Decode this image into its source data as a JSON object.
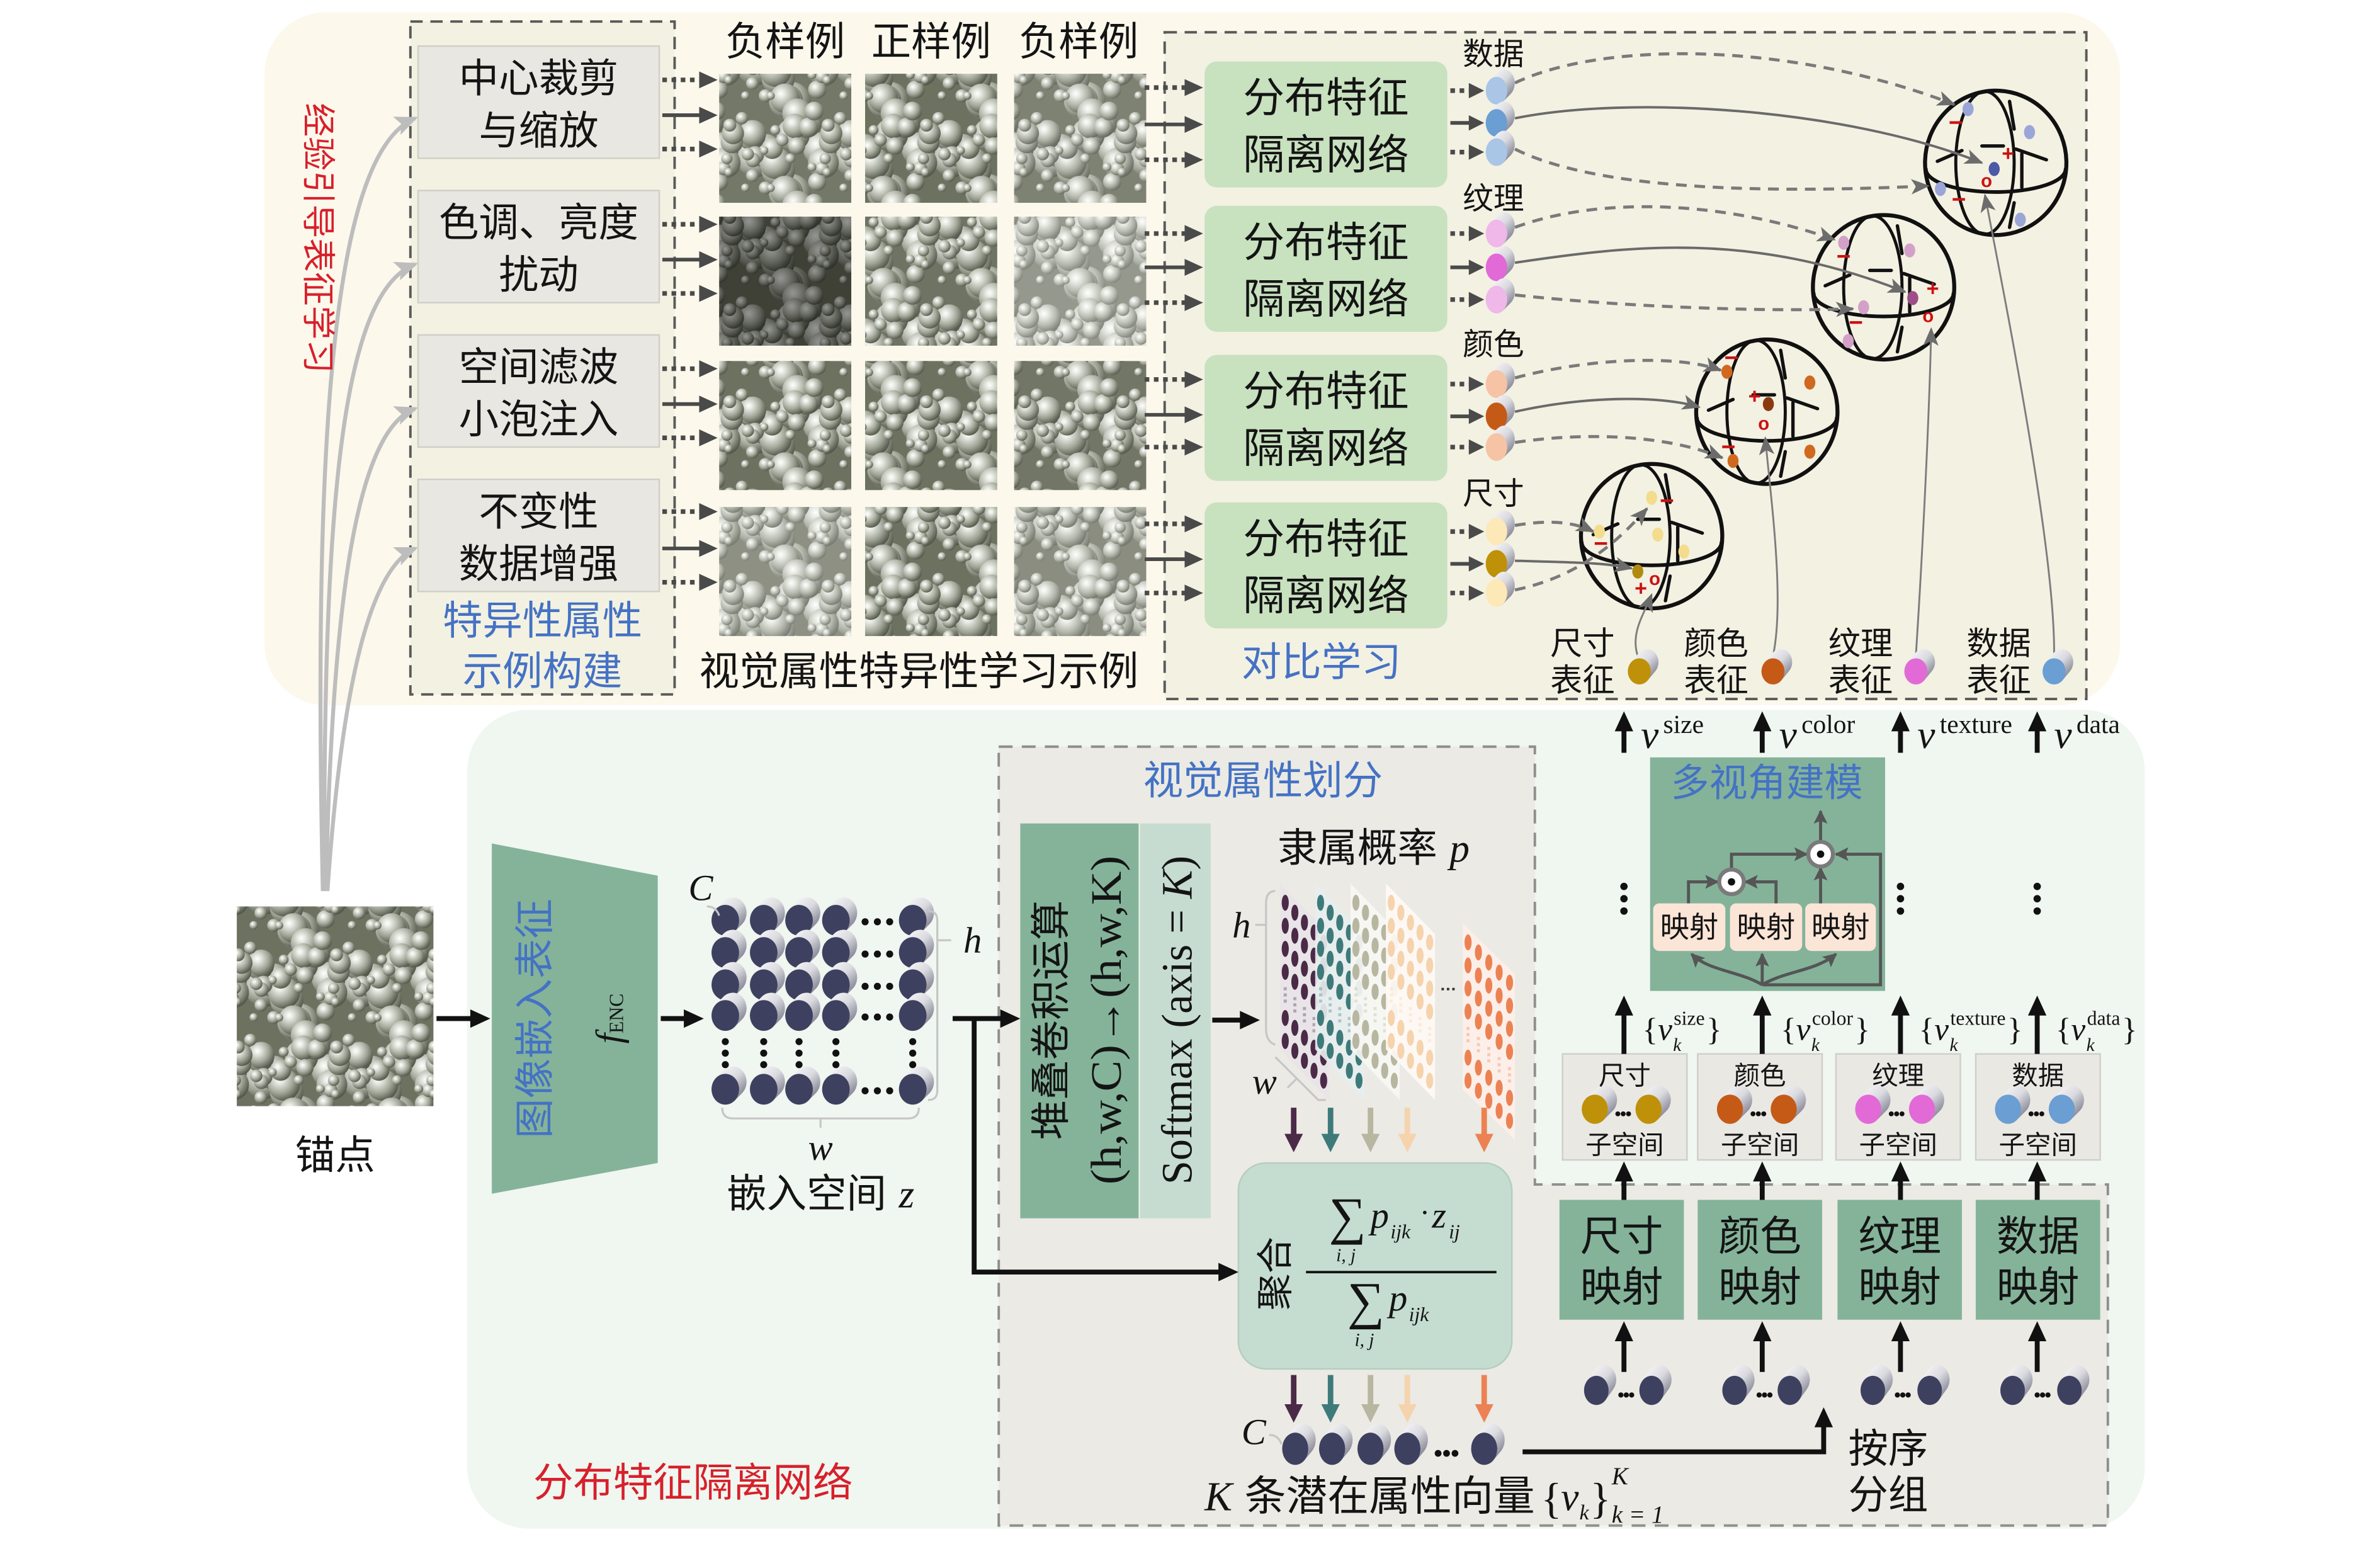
{
  "top_panel": {
    "side_title": "经验引导表征学习",
    "augmentation": {
      "title": [
        "特异性属性",
        "示例构建"
      ],
      "methods": [
        [
          "中心裁剪",
          "与缩放"
        ],
        [
          "色调、亮度",
          "扰动"
        ],
        [
          "空间滤波",
          "小泡注入"
        ],
        [
          "不变性",
          "数据增强"
        ]
      ]
    },
    "examples": {
      "headers": [
        "负样例",
        "正样例",
        "负样例"
      ],
      "caption": "视觉属性特异性学习示例"
    },
    "contrastive": {
      "title": "对比学习",
      "networks": [
        [
          "分布特征",
          "隔离网络"
        ],
        [
          "分布特征",
          "隔离网络"
        ],
        [
          "分布特征",
          "隔离网络"
        ],
        [
          "分布特征",
          "隔离网络"
        ]
      ],
      "attributes": [
        {
          "label": "数据",
          "light": "#aac6e6",
          "dark": "#6b9ed2",
          "point": "#9aa6d8",
          "positive": "#4b5aa6"
        },
        {
          "label": "纹理",
          "light": "#f0b7e9",
          "dark": "#e26ad6",
          "point": "#d3a1c8",
          "positive": "#9e4d88"
        },
        {
          "label": "颜色",
          "light": "#f6c3a4",
          "dark": "#c55a17",
          "point": "#d0691f",
          "positive": "#8b3a10"
        },
        {
          "label": "尺寸",
          "light": "#fde8b8",
          "dark": "#bf9109",
          "point": "#f3dc8c",
          "positive": "#b18b10"
        }
      ],
      "markers": {
        "positive": "+",
        "negative": "−",
        "anchor": "o"
      }
    },
    "representations": [
      {
        "lines": [
          "尺寸",
          "表征"
        ],
        "color": "#bf9109"
      },
      {
        "lines": [
          "颜色",
          "表征"
        ],
        "color": "#c55a17"
      },
      {
        "lines": [
          "纹理",
          "表征"
        ],
        "color": "#e26ad6"
      },
      {
        "lines": [
          "数据",
          "表征"
        ],
        "color": "#6b9ed2"
      }
    ]
  },
  "bottom_panel": {
    "title": "分布特征隔离网络",
    "anchor": {
      "label": "锚点"
    },
    "encoder": {
      "label": "图像嵌入表征",
      "symbol": "f",
      "subscript": "ENC"
    },
    "embedding": {
      "channel": "C",
      "height": "h",
      "width": "w",
      "label": "嵌入空间",
      "symbol": "z",
      "vector_color": "#3e405f"
    },
    "partition": {
      "title": "视觉属性划分",
      "conv": {
        "label": "堆叠卷积运算",
        "shape": "(h,w,C)→(h,w,K)"
      },
      "softmax": {
        "prefix": "Softmax (axis = ",
        "axis": "K",
        "suffix": ")"
      },
      "membership": {
        "label": "隶属概率",
        "symbol": "p",
        "height": "h",
        "width": "w",
        "layer_colors": [
          "#4a2a47",
          "#3f7a7b",
          "#b7b6a0",
          "#f5d3ad",
          "#ec8253"
        ]
      },
      "aggregate": {
        "label": "聚合",
        "sum_symbol": "∑",
        "sum_index": "i, j",
        "numerator": {
          "p": "p",
          "p_sub": "ijk",
          "dot": "·",
          "z": "z",
          "z_sub": "ij"
        },
        "denominator": {
          "p": "p",
          "p_sub": "ijk"
        }
      },
      "latent": {
        "channel": "C",
        "count": "K",
        "caption": "条潜在属性向量",
        "set_open": "{",
        "vector": "v",
        "vector_sub": "k",
        "set_close": "}",
        "upper": "K",
        "lower": "k = 1"
      },
      "grouping": [
        "按序",
        "分组"
      ],
      "mappings": [
        [
          "尺寸",
          "映射"
        ],
        [
          "颜色",
          "映射"
        ],
        [
          "纹理",
          "映射"
        ],
        [
          "数据",
          "映射"
        ]
      ]
    },
    "subspaces": [
      {
        "label": "尺寸",
        "caption": "子空间",
        "color": "#bf9109"
      },
      {
        "label": "颜色",
        "caption": "子空间",
        "color": "#c55a17"
      },
      {
        "label": "纹理",
        "caption": "子空间",
        "color": "#e26ad6"
      },
      {
        "label": "数据",
        "caption": "子空间",
        "color": "#6b9ed2"
      }
    ],
    "subspace_sets": [
      {
        "open": "{",
        "symbol": "v",
        "sub": "k",
        "sup": "size",
        "close": "}"
      },
      {
        "open": "{",
        "symbol": "v",
        "sub": "k",
        "sup": "color",
        "close": "}"
      },
      {
        "open": "{",
        "symbol": "v",
        "sub": "k",
        "sup": "texture",
        "close": "}"
      },
      {
        "open": "{",
        "symbol": "v",
        "sub": "k",
        "sup": "data",
        "close": "}"
      }
    ],
    "multiview": {
      "title": "多视角建模",
      "maps": [
        "映射",
        "映射",
        "映射"
      ]
    },
    "outputs": [
      {
        "symbol": "v",
        "sup": "size"
      },
      {
        "symbol": "v",
        "sup": "color"
      },
      {
        "symbol": "v",
        "sup": "texture"
      },
      {
        "symbol": "v",
        "sup": "data"
      }
    ]
  }
}
